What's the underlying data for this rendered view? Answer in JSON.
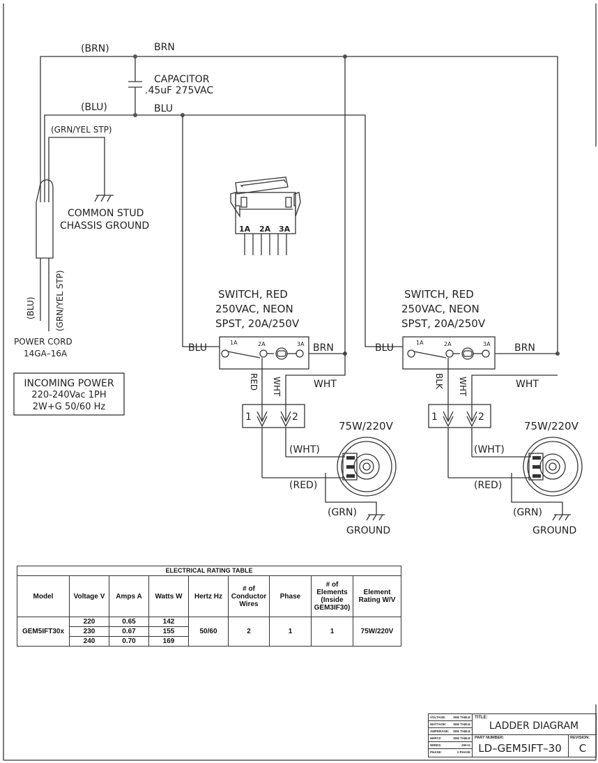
{
  "wire_labels": {
    "brn_paren": "(BRN)",
    "brn": "BRN",
    "blu_paren": "(BLU)",
    "blu": "BLU",
    "grn_yel_stp_paren": "(GRN/YEL STP)",
    "blu_cord": "(BLU)",
    "grn_yel_cord": "(GRN/YEL STP)",
    "red": "RED",
    "blk": "BLK",
    "wht": "WHT",
    "wht_paren": "(WHT)",
    "red_paren": "(RED)",
    "grn_paren": "(GRN)"
  },
  "capacitor": {
    "label": "CAPACITOR",
    "rating": ".45uF 275VAC"
  },
  "chassis_ground": {
    "line1": "COMMON  STUD",
    "line2": "CHASSIS  GROUND"
  },
  "power_cord": {
    "line1": "POWER CORD",
    "line2": "14GA–16A"
  },
  "incoming_power": {
    "line1": "INCOMING POWER",
    "line2": "220-240Vac 1PH",
    "line3": "2W+G 50/60 Hz"
  },
  "switch_diagram": {
    "pins": [
      "1A",
      "2A",
      "3A"
    ]
  },
  "switches": [
    {
      "line1": "SWITCH,  RED",
      "line2": "250VAC,  NEON",
      "line3": "SPST,  20A/250V",
      "pin1": "1A",
      "pin2": "2A",
      "pin3": "3A",
      "in_label": "BLU",
      "out_label": "BRN",
      "down_label": "RED"
    },
    {
      "line1": "SWITCH,  RED",
      "line2": "250VAC,  NEON",
      "line3": "SPST,  20A/250V",
      "pin1": "1A",
      "pin2": "2A",
      "pin3": "3A",
      "in_label": "BLU",
      "out_label": "BRN",
      "down_label": "BLK"
    }
  ],
  "connector": {
    "pin1": "1",
    "pin2": "2"
  },
  "elements": [
    {
      "rating": "75W/220V",
      "ground": "GROUND"
    },
    {
      "rating": "75W/220V",
      "ground": "GROUND"
    }
  ],
  "rating_table": {
    "title": "ELECTRICAL RATING TABLE",
    "headers": [
      "Model",
      "Voltage V",
      "Amps A",
      "Watts W",
      "Hertz Hz",
      "# of Conductor Wires",
      "Phase",
      "# of Elements (Inside GEM3IF30)",
      "Element Rating W/V"
    ],
    "model": "GEM5IFT30x",
    "rows": [
      {
        "voltage": "220",
        "amps": "0.65",
        "watts": "142"
      },
      {
        "voltage": "230",
        "amps": "0.67",
        "watts": "155"
      },
      {
        "voltage": "240",
        "amps": "0.70",
        "watts": "169"
      }
    ],
    "hertz": "50/60",
    "conductor_wires": "2",
    "phase": "1",
    "elements": "1",
    "element_rating": "75W/220V"
  },
  "title_block": {
    "specs": [
      {
        "label": "VOLTAGE:",
        "value": "SEE TABLE"
      },
      {
        "label": "WATTAGE:",
        "value": "SEE TABLE"
      },
      {
        "label": "AMPERAGE:",
        "value": "SEE TABLE"
      },
      {
        "label": "HERTZ:",
        "value": "SEE TABLE"
      },
      {
        "label": "WIRES:",
        "value": "2W+G"
      },
      {
        "label": "PHASE:",
        "value": "1 PHASE"
      }
    ],
    "title_caption": "TITLE:",
    "title": "LADDER DIAGRAM",
    "part_number_caption": "PART NUMBER:",
    "part_number": "LD–GEM5IFT–30",
    "revision_caption": "REVISION:",
    "revision": "C"
  }
}
